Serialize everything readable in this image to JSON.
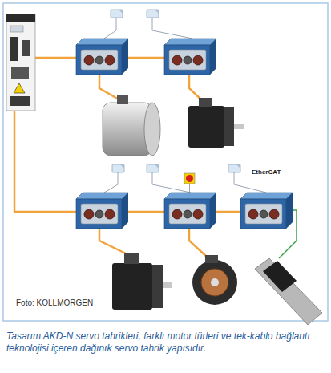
{
  "diagram": {
    "caption": "Tasarım AKD-N servo tahrikleri, farklı motor türleri ve tek-kablo bağlantı teknolojisi içeren dağınık servo tahrik yapısıdır.",
    "labels": [
      "EtherCAT",
      "Foto: KOLLMORGEN"
    ]
  }
}
